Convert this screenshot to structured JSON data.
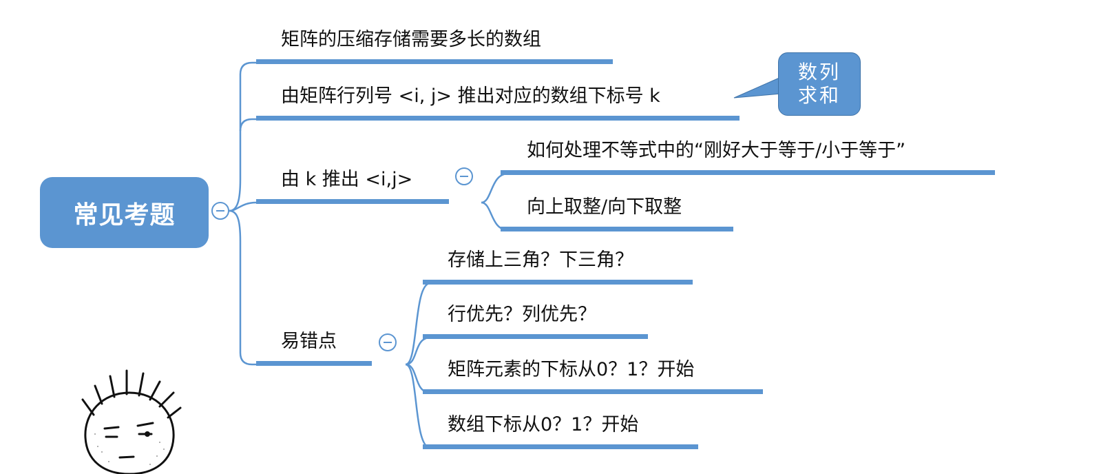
{
  "root": {
    "label": "常见考题"
  },
  "branches": [
    {
      "label": "矩阵的压缩存储需要多长的数组"
    },
    {
      "label": "由矩阵行列号 <i, j> 推出对应的数组下标号 k"
    },
    {
      "label": "由 k 推出 <i,j>",
      "children": [
        {
          "label": "如何处理不等式中的“刚好大于等于/小于等于”"
        },
        {
          "label": "向上取整/向下取整"
        }
      ]
    },
    {
      "label": "易错点",
      "children": [
        {
          "label": "存储上三角？下三角？"
        },
        {
          "label": "行优先？列优先？"
        },
        {
          "label": "矩阵元素的下标从0？1？开始"
        },
        {
          "label": "数组下标从0？1？开始"
        }
      ]
    }
  ],
  "callout": {
    "line1": "数列",
    "line2": "求和"
  },
  "colors": {
    "accent": "#5b95d1",
    "text": "#111111",
    "background": "#ffffff"
  },
  "icons": {
    "collapse": "minus-circle-icon",
    "mascot": "doodle-face-icon"
  }
}
